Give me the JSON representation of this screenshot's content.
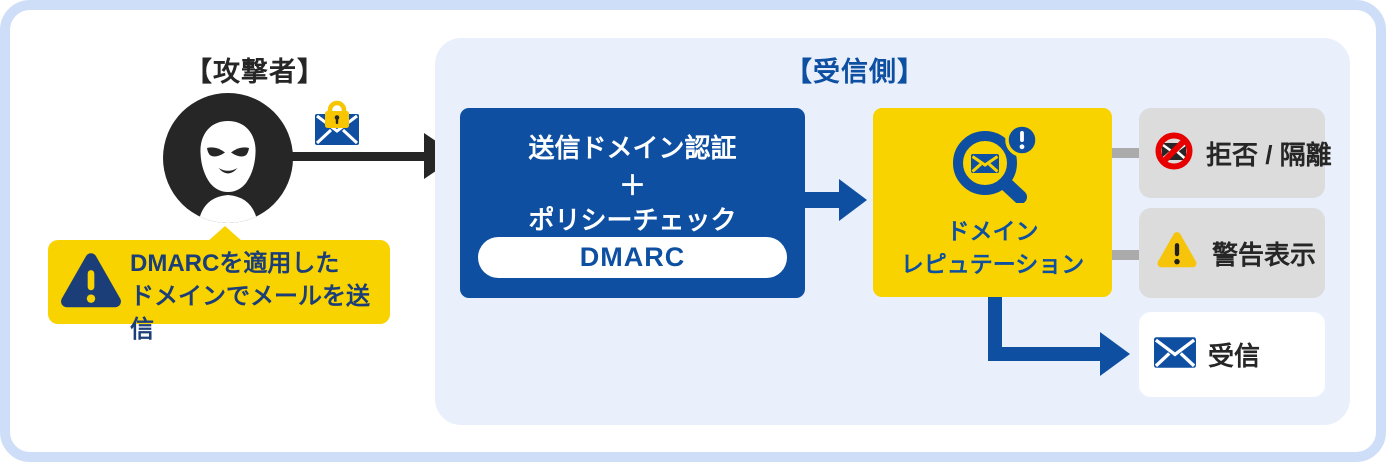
{
  "attacker": {
    "label": "【攻撃者】",
    "bubble_line1": "DMARCを適用した",
    "bubble_line2": "ドメインでメールを送信"
  },
  "receiver": {
    "label": "【受信側】",
    "auth_box": {
      "line1": "送信ドメイン認証",
      "plus": "＋",
      "line2": "ポリシーチェック",
      "badge": "DMARC"
    },
    "reputation_box": {
      "line1": "ドメイン",
      "line2": "レピュテーション"
    },
    "outcomes": [
      {
        "id": "reject",
        "label": "拒否 / 隔離",
        "icon": "blocked-mail-icon"
      },
      {
        "id": "warn",
        "label": "警告表示",
        "icon": "warning-triangle-icon"
      },
      {
        "id": "receive",
        "label": "受信",
        "icon": "mail-icon"
      }
    ]
  },
  "icons": {
    "attacker": "masked-attacker-icon",
    "attack_mail": "locked-mail-icon",
    "bubble": "warning-triangle-icon",
    "reputation": "mail-search-alert-icon"
  },
  "colors": {
    "blue": "#0e4fa1",
    "navy_text": "#1c3e78",
    "yellow": "#f8d300",
    "warning_yellow": "#f6c50b",
    "red": "#e60000",
    "panel_blue": "#e9f0fc",
    "card_border": "#cfdef8",
    "box_gray": "#dcdcdc",
    "connector_gray": "#ababab",
    "dark": "#262626"
  }
}
